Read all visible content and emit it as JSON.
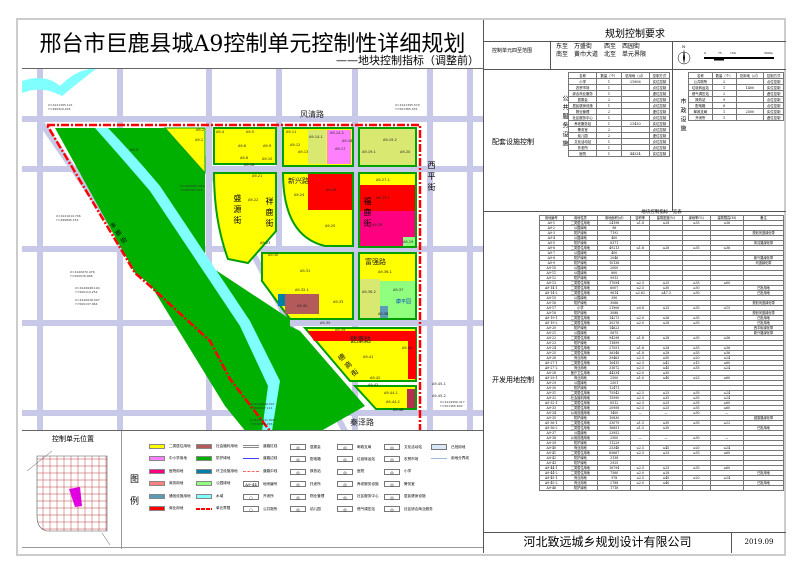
{
  "title": "邢台市巨鹿县城A9控制单元控制性详细规划",
  "subtitle": "——地块控制指标（调整前）",
  "roads": {
    "north": "风清路",
    "east": "西平街",
    "west_diag": "丰鹿街",
    "xinxing": "新兴路",
    "shengyuan": "盛源街",
    "xianglu": "祥鹿街",
    "fulu": "福鹿街",
    "fuqiang": "富强路",
    "kangping": "康平园",
    "jiankang": "健康路",
    "deshang": "德商街",
    "south": "秦泽路"
  },
  "blocks": [
    "A9-1",
    "A9-2",
    "A9-3",
    "A9-4",
    "A9-5",
    "A9-6",
    "A9-8",
    "A9-9",
    "A9-10",
    "A9-11",
    "A9-12",
    "A9-13",
    "A9-14-1",
    "A9-14-2",
    "A9-16",
    "A9-17",
    "A9-18",
    "A9-19-1",
    "A9-19-2",
    "A9-20",
    "A9-21",
    "A9-22",
    "A9-23",
    "A9-24",
    "A9-25",
    "A9-26",
    "A9-27-1",
    "A9-27-2",
    "A9-28",
    "A9-29",
    "A9-30",
    "A9-31",
    "A9-32",
    "A9-32-1",
    "A9-33",
    "A9-35",
    "A9-36-1",
    "A9-36-2",
    "A9-37",
    "A9-38",
    "A9-39",
    "A9-40",
    "A9-41",
    "A9-42",
    "A9-43",
    "A9-44-1",
    "A9-44-2",
    "A9-45-1",
    "A9-45-2",
    "A9-46"
  ],
  "coords": [
    "X=4121395.121 Y=499419.205",
    "X=4121014.706 Y=499845.152",
    "X=4120687.614 Y=500082.224",
    "X=4120670.476 Y=500076.968",
    "X=4120648.194 Y=500114.252",
    "X=4120618.097 Y=500137.964",
    "X=4121395.579 Y=501365.031",
    "X=4119956.417 Y=501365.600",
    "X=4119966.507 Y=500617.111",
    "X=4119941.898 Y=500826.206"
  ],
  "legend": {
    "location_title": "控制单元位置",
    "label": "图例",
    "colors": [
      {
        "label": "二类居住用地",
        "color": "#ffff00"
      },
      {
        "label": "中小学用地",
        "color": "#ff80ff"
      },
      {
        "label": "医院用地",
        "color": "#ff0080"
      },
      {
        "label": "商务用地",
        "color": "#ff8080"
      },
      {
        "label": "通信设施用地",
        "color": "#5b9bb5"
      },
      {
        "label": "商业用地",
        "color": "#ff0000"
      },
      {
        "label": "社会福利用地",
        "color": "#b45a5a"
      },
      {
        "label": "防护绿地",
        "color": "#00b000"
      },
      {
        "label": "环卫设施用地",
        "color": "#0080a8"
      },
      {
        "label": "公园绿地",
        "color": "#90ff80"
      },
      {
        "label": "水域",
        "color": "#80ffff"
      },
      {
        "label": "单元界限",
        "color": "#ff0000"
      }
    ],
    "lines": [
      "道路红线",
      "道路边线",
      "道路中线",
      "地块编号",
      "开闭所",
      "公共厕所"
    ],
    "line_sample_code": "A9-44",
    "symbols": [
      [
        "居委会",
        "配电箱",
        "换热站",
        "托老所",
        "物业管理",
        "幼儿园"
      ],
      [
        "邮政支局",
        "垃圾转运站",
        "医院",
        "养老服务设施",
        "社区服务中心",
        "燃气调压站"
      ],
      [
        "文化活动站",
        "农贸市场",
        "小学",
        "警务室",
        "居民健身设施",
        "社区综合商业服务"
      ],
      [
        "已批用地",
        "用地分界线"
      ]
    ]
  },
  "panel": {
    "title": "规划控制要求",
    "range_label": "控制单元四至范围",
    "range": [
      "东至　万盛街",
      "西至　西园街",
      "南至　黄巾大道",
      "北至　单元界限"
    ],
    "scale": [
      "0",
      "75",
      "150",
      "300m"
    ],
    "north": "N",
    "support_label": "配套设施控制",
    "public_label": "公共服务设施",
    "municipal_label": "市政设施",
    "facility_headers": [
      "名称",
      "数量（个）",
      "总用地（㎡）",
      "控制方式"
    ],
    "public": [
      [
        "小学",
        "1",
        "21906",
        "实位控制"
      ],
      [
        "农贸市场",
        "1",
        "",
        "点位控制"
      ],
      [
        "综合商业服务",
        "1",
        "",
        "虚位控制"
      ],
      [
        "居委会",
        "2",
        "",
        "点位控制"
      ],
      [
        "居民健身设施",
        "1",
        "",
        "点位控制"
      ],
      [
        "物业管理",
        "2",
        "",
        "虚位控制"
      ],
      [
        "社区服务中心",
        "1",
        "",
        "点位控制"
      ],
      [
        "养老服务站",
        "1",
        "21430",
        "实位控制"
      ],
      [
        "警务室",
        "2",
        "",
        "点位控制"
      ],
      [
        "幼儿园",
        "2",
        "",
        "虚位控制"
      ],
      [
        "文化活动站",
        "1",
        "",
        "点位控制"
      ],
      [
        "托老所",
        "1",
        "",
        "点位控制"
      ],
      [
        "医院",
        "1",
        "44334",
        "实位控制"
      ]
    ],
    "municipal": [
      [
        "公共厕所",
        "2",
        "",
        "点位控制"
      ],
      [
        "垃圾转运站",
        "1",
        "1400",
        "实位控制"
      ],
      [
        "燃气调压站",
        "2",
        "",
        "虚位控制"
      ],
      [
        "换热站",
        "9",
        "",
        "点位控制"
      ],
      [
        "配电箱",
        "8",
        "",
        "点位控制"
      ],
      [
        "邮政支局",
        "1",
        "2500",
        "实位控制"
      ],
      [
        "开闭所",
        "1",
        "",
        "虚位控制"
      ]
    ],
    "dev_label": "开发用地控制",
    "dev_title": "地块控制指标一览表",
    "dev_headers": [
      "用地编号",
      "用地性质",
      "用地面积(㎡)",
      "容积率",
      "建筑密度(%)",
      "绿地率(%)",
      "建筑限高(M)",
      "备注"
    ],
    "dev_rows": [
      [
        "A9-1",
        "二类居住用地",
        "24198",
        "≤1.8",
        "≤28",
        "≥35",
        "≤36",
        ""
      ],
      [
        "A9-2",
        "公园绿地",
        "96",
        "",
        "",
        "",
        "",
        ""
      ],
      [
        "A9-3",
        "防护绿地",
        "7192",
        "",
        "",
        "",
        "",
        "规划河道绿化带"
      ],
      [
        "A9-4",
        "公园绿地",
        "400",
        "",
        "",
        "",
        "",
        ""
      ],
      [
        "A9-5",
        "防护绿地",
        "8371",
        "",
        "",
        "",
        "",
        "风清路绿化带"
      ],
      [
        "A9-6",
        "二类居住用地",
        "49213",
        "≤1.8",
        "≤28",
        "≥35",
        "≤36",
        ""
      ],
      [
        "A9-7",
        "公园绿地",
        "400",
        "",
        "",
        "",
        "",
        ""
      ],
      [
        "A9-8",
        "防护绿地",
        "2046",
        "",
        "",
        "",
        "",
        "新兴路绿化带"
      ],
      [
        "A9-9",
        "防护绿地",
        "10136",
        "",
        "",
        "",
        "",
        "河道绿化带"
      ],
      [
        "A9-10",
        "公园绿地",
        "2000",
        "",
        "",
        "",
        "",
        ""
      ],
      [
        "A9-11",
        "公园绿地",
        "800",
        "",
        "",
        "",
        "",
        ""
      ],
      [
        "A9-12",
        "防护绿地",
        "9913",
        "",
        "",
        "",
        "",
        ""
      ],
      [
        "A9-13",
        "二类居住用地",
        "17094",
        "≤2.5",
        "≤25",
        "≥35",
        "≤60",
        ""
      ],
      [
        "A9-14-1",
        "二类居住用地",
        "6007",
        "≤2.5",
        "≤30",
        "≥30",
        "",
        "已批用地"
      ],
      [
        "A9-14-2",
        "二类居住用地",
        "9614",
        "≤2.62",
        "≤47.3",
        "≥30",
        "",
        "已批用地"
      ],
      [
        "A9-15",
        "公园绿地",
        "390",
        "",
        "",
        "",
        "",
        ""
      ],
      [
        "A9-16",
        "防护绿地",
        "3066",
        "",
        "",
        "",
        "",
        "规划河道绿化带"
      ],
      [
        "A9-17",
        "小学",
        "21906",
        "≤0.8",
        "≤25",
        "≥35",
        "≤15",
        ""
      ],
      [
        "A9-18",
        "防护绿地",
        "3088",
        "",
        "",
        "",
        "",
        "规划河道绿化带"
      ],
      [
        "A9-19-1",
        "二类居住用地",
        "14273",
        "≤2.0",
        "≤26",
        "≥35",
        "",
        "已批用地"
      ],
      [
        "A9-19-2",
        "二类居住用地",
        "30276",
        "≤2.0",
        "≤28",
        "≥35",
        "",
        "已批用地"
      ],
      [
        "A9-20",
        "防护绿地",
        "14623",
        "",
        "",
        "",
        "",
        "西平街绿化带"
      ],
      [
        "A9-21",
        "公园绿地",
        "5675",
        "",
        "",
        "",
        "",
        "新兴路绿化带"
      ],
      [
        "A9-22",
        "二类居住用地",
        "94298",
        "≤1.8",
        "≤28",
        "≥35",
        "≤36",
        ""
      ],
      [
        "A9-23",
        "防护绿地",
        "11899",
        "",
        "",
        "",
        "",
        ""
      ],
      [
        "A9-24",
        "二类居住用地",
        "27051",
        "≤1.8",
        "≤28",
        "≥35",
        "≤36",
        ""
      ],
      [
        "A9-25",
        "二类居住用地",
        "36346",
        "≤1.8",
        "≤28",
        "≥35",
        "≤36",
        ""
      ],
      [
        "A9-26",
        "商业用地",
        "39463",
        "≤2.5",
        "≤50",
        "≥20",
        "≤24",
        ""
      ],
      [
        "A9-27-1",
        "二类居住用地",
        "16415",
        "≤2.5",
        "≤42",
        "≥15",
        "≤60",
        ""
      ],
      [
        "A9-27-2",
        "商业用地",
        "31672",
        "≤2.5",
        "≤45",
        "≥35",
        "≤24",
        ""
      ],
      [
        "A9-28",
        "医疗卫生用地",
        "44334",
        "≤2.0",
        "≤30",
        "",
        "",
        ""
      ],
      [
        "A9-29-1",
        "商业用地",
        "2500",
        "≤1.0",
        "≤40",
        "≥25",
        "≤60",
        ""
      ],
      [
        "A9-29",
        "公园绿地",
        "2501",
        "",
        "",
        "",
        "",
        ""
      ],
      [
        "A9-30",
        "防护绿地",
        "12471",
        "",
        "",
        "",
        "",
        ""
      ],
      [
        "A9-31",
        "二类居住用地",
        "75542",
        "≤2.5",
        "≤25",
        "≥35",
        "≤24",
        ""
      ],
      [
        "A9-32",
        "社会福利用地",
        "15990",
        "≤2.5",
        "≤35",
        "≥35",
        "≤24",
        ""
      ],
      [
        "A9-32-1",
        "二类居住用地",
        "8512",
        "≤2.5",
        "≤25",
        "≥35",
        "≤60",
        ""
      ],
      [
        "A9-33",
        "二类居住用地",
        "20958",
        "≤2.5",
        "≤25",
        "≥35",
        "≤60",
        ""
      ],
      [
        "A9-34",
        "公用设施用地",
        "1400",
        "—",
        "—",
        "≥30",
        "—",
        ""
      ],
      [
        "A9-35",
        "防护绿地",
        "10830",
        "",
        "",
        "",
        "",
        "健康路绿化带"
      ],
      [
        "A9-36-1",
        "二类居住用地",
        "33079",
        "≤1.5",
        "≤30",
        "≥35",
        "≤22",
        ""
      ],
      [
        "A9-36-2",
        "二类居住用地",
        "16851",
        "≤1.5",
        "≤30",
        "",
        "",
        "已批用地"
      ],
      [
        "A9-37",
        "公园绿地",
        "23952",
        "",
        "",
        "",
        "",
        ""
      ],
      [
        "A9-38",
        "公用设施用地",
        "2500",
        "—",
        "—",
        "≥30",
        "—",
        ""
      ],
      [
        "A9-39",
        "防护绿地",
        "11229",
        "",
        "",
        "",
        "",
        ""
      ],
      [
        "A9-40",
        "商业用地",
        "25348",
        "≤2.5",
        "≤45",
        "≥20",
        "≤24",
        ""
      ],
      [
        "A9-41",
        "二类居住用地",
        "85667",
        "≤2.5",
        "≤25",
        "≥35",
        "≤60",
        ""
      ],
      [
        "A9-42",
        "防护绿地",
        "3138",
        "",
        "",
        "",
        "",
        ""
      ],
      [
        "A9-43",
        "防护绿地",
        "2925",
        "",
        "",
        "",
        "",
        ""
      ],
      [
        "A9-44-1",
        "二类居住用地",
        "16794",
        "≤2.5",
        "≤25",
        "≥35",
        "≤60",
        ""
      ],
      [
        "A9-44-2",
        "二类居住用地",
        "7560",
        "≤2.0",
        "≤28",
        "",
        "",
        "已批用地"
      ],
      [
        "A9-45-1",
        "商业用地",
        "978",
        "≤2.5",
        "≤45",
        "≥20",
        "≤24",
        ""
      ],
      [
        "A9-45-2",
        "商业用地",
        "2788",
        "≤2.0",
        "≤40",
        "",
        "",
        "已批用地"
      ],
      [
        "A9-46",
        "防护绿地",
        "1718",
        "",
        "",
        "",
        "",
        ""
      ]
    ],
    "company": "河北致远城乡规划设计有限公司",
    "date": "2019.09"
  }
}
